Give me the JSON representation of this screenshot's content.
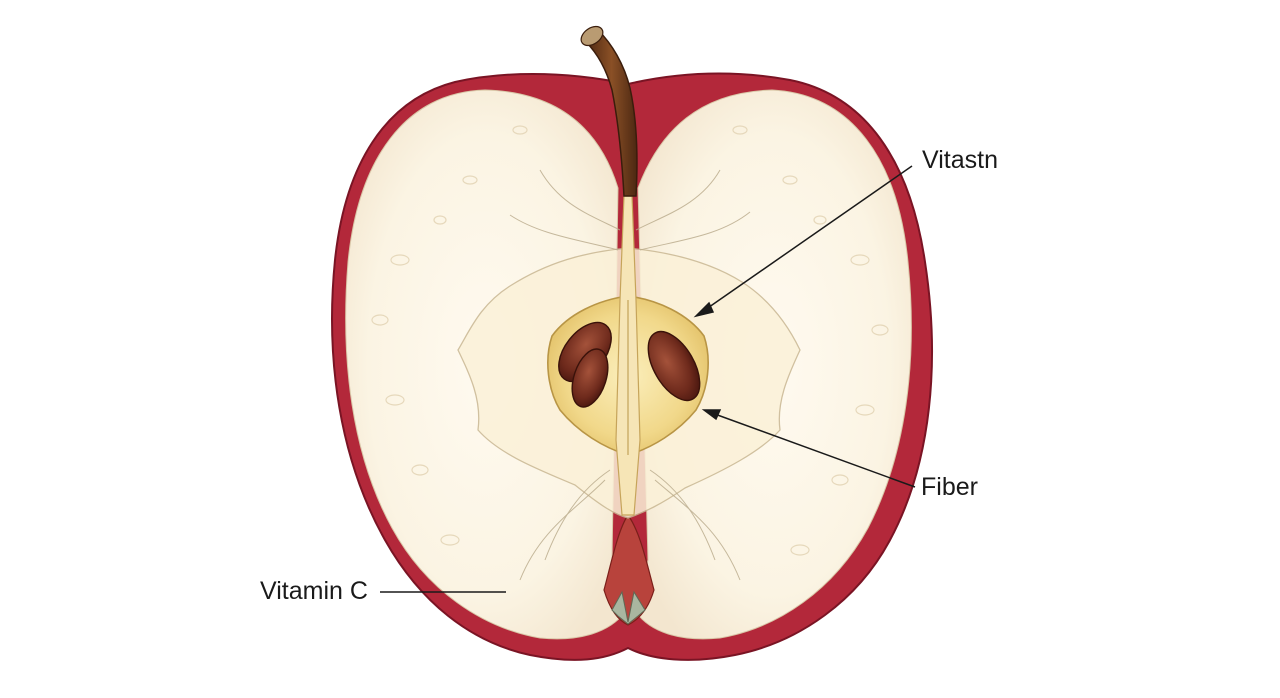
{
  "labels": {
    "top_right": "Vitastn",
    "right": "Fiber",
    "bottom_left": "Vitamin C"
  },
  "colors": {
    "skin": "#b3283a",
    "skin_dark": "#8e1a2c",
    "flesh": "#fbf5e6",
    "core": "#f0d98a",
    "seed": "#6e2a1c",
    "stem": "#6b3a1f",
    "leader_line": "#1a1a1a"
  }
}
